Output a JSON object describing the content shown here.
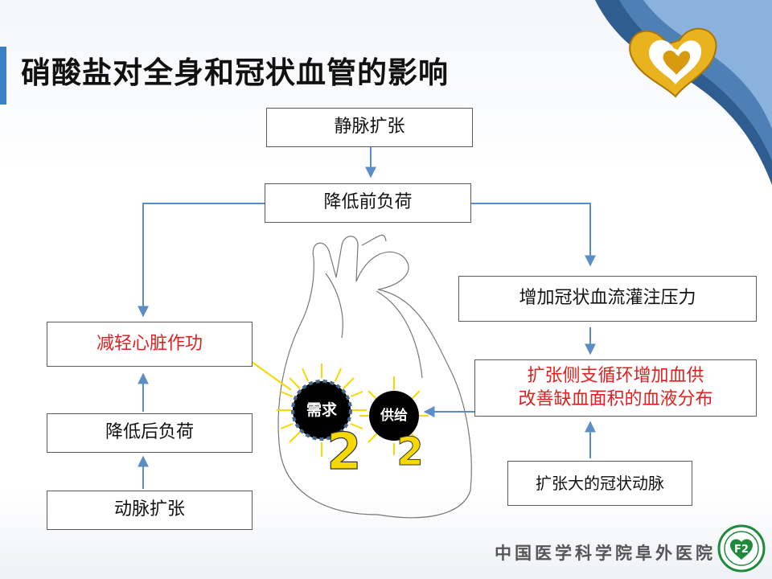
{
  "title": "硝酸盐对全身和冠状血管的影响",
  "nodes": {
    "vein_dilation": "静脉扩张",
    "reduce_preload": "降低前负荷",
    "increase_perfusion": "增加冠状血流灌注压力",
    "collateral_line1": "扩张侧支循环增加血供",
    "collateral_line2": "改善缺血面积的血液分布",
    "dilate_coronary": "扩张大的冠状动脉",
    "reduce_work": "减轻心脏作功",
    "reduce_afterload": "降低后负荷",
    "artery_dilation": "动脉扩张"
  },
  "heart": {
    "demand_label": "需求",
    "demand_value": "2",
    "supply_label": "供给",
    "supply_value": "2"
  },
  "footer": {
    "hospital": "中国医学科学院阜外医院",
    "emblem_text": "F2"
  },
  "colors": {
    "arrow": "#5b8ec6",
    "emphasis": "#e02020",
    "number": "#f5d800",
    "accent_bar": "#3b7fc4"
  },
  "icons": [
    "heart-logo-icon",
    "hospital-emblem-icon"
  ]
}
